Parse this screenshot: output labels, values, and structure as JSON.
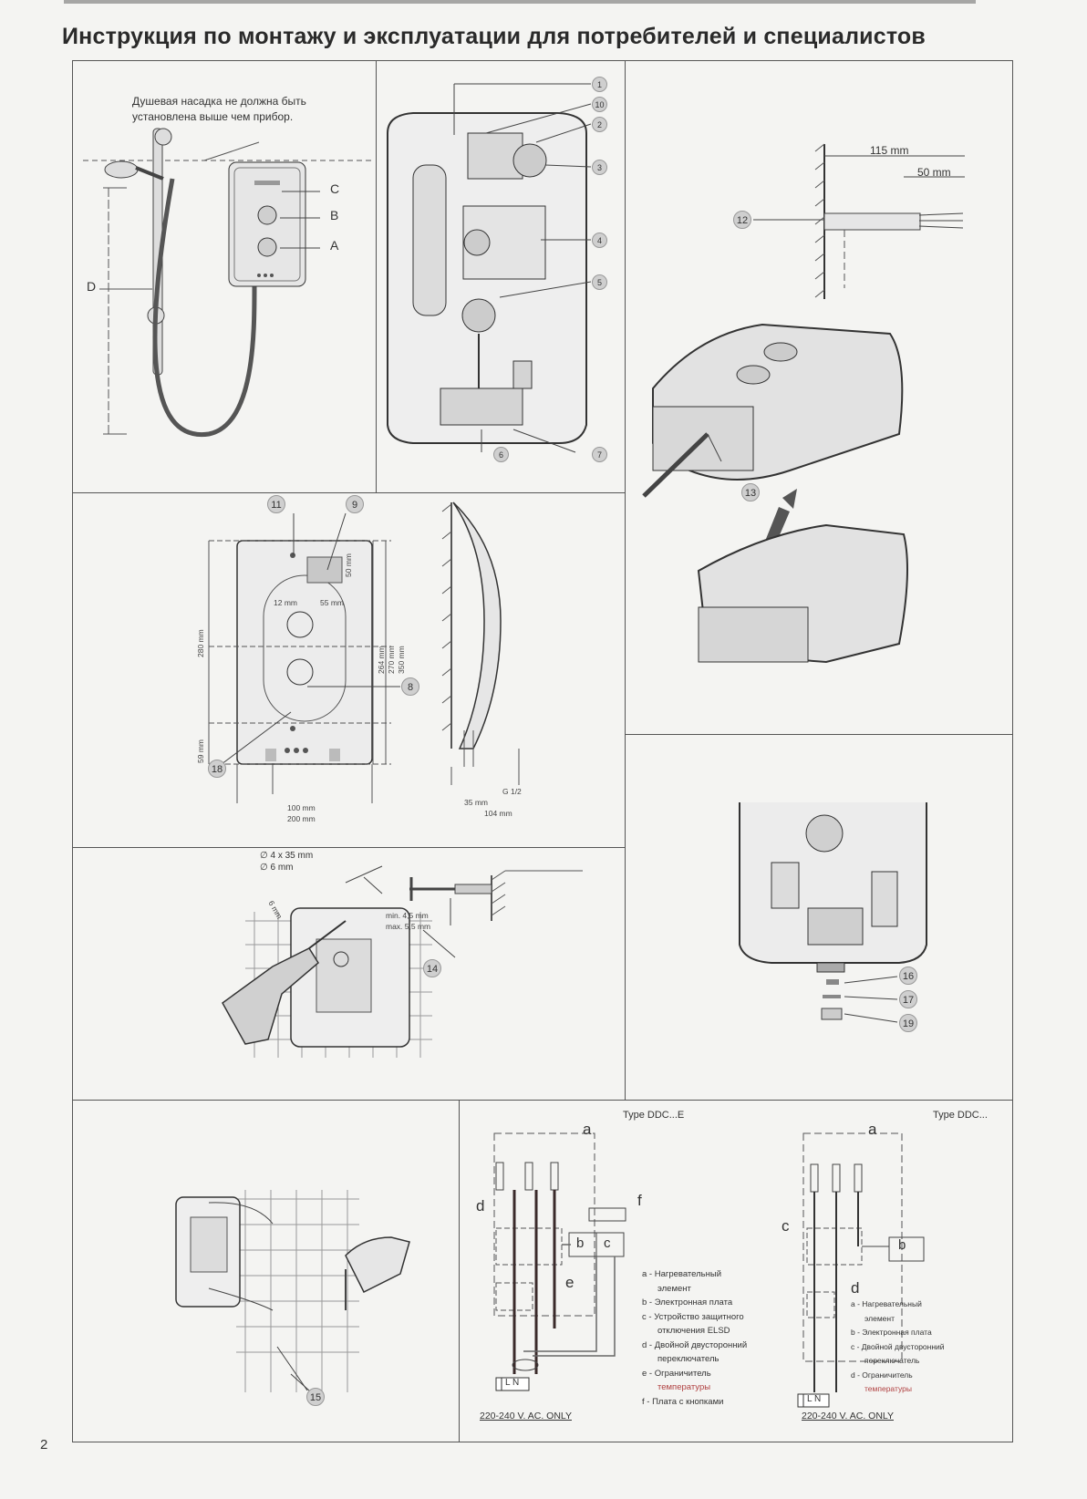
{
  "header": {
    "title": "Инструкция по монтажу и эксплуатации для потребителей и специалистов"
  },
  "panel_shower": {
    "note_line1": "Душевая насадка не должна быть",
    "note_line2": "установлена выше чем прибор.",
    "labels": [
      "C",
      "B",
      "A",
      "D"
    ]
  },
  "panel_internal": {
    "callouts": [
      "1",
      "10",
      "2",
      "3",
      "4",
      "5",
      "6",
      "7"
    ]
  },
  "panel_cable": {
    "dim_115": "115 mm",
    "dim_50": "50 mm",
    "callout": "12"
  },
  "panel_cover": {
    "callout": "13"
  },
  "panel_dimensions": {
    "callouts": [
      "11",
      "9",
      "8",
      "18"
    ],
    "dims": {
      "d12": "12 mm",
      "d55": "55 mm",
      "d50": "50 mm",
      "d280": "280 mm",
      "d264": "264 mm",
      "d270": "270 mm",
      "d350": "350 mm",
      "d59": "59 mm",
      "d100": "100 mm",
      "d200": "200 mm",
      "d35": "35 mm",
      "d104": "104 mm",
      "g12": "G 1/2"
    }
  },
  "panel_drill": {
    "screw": "4 x 35 mm",
    "bit": "6 mm",
    "min": "min. 4,5 mm",
    "max": "max. 5,5 mm",
    "callout": "14",
    "depth": "6 mm"
  },
  "panel_bottom": {
    "callouts": [
      "16",
      "17",
      "19"
    ]
  },
  "panel_mount": {
    "callout": "15"
  },
  "wiring_e": {
    "type": "Type DDC...E",
    "letters": [
      "a",
      "b",
      "c",
      "d",
      "e",
      "f"
    ],
    "legend": [
      "a - Нагревательный",
      "элемент",
      "b - Электронная плата",
      "c - Устройство защитного",
      "отключения ELSD",
      "d - Двойной двусторонний",
      "переключатель",
      "e - Ограничитель",
      "температуры",
      "f - Плата с кнопками"
    ],
    "terminal": "L N",
    "voltage": "220-240 V. AC. ONLY"
  },
  "wiring": {
    "type": "Type DDC...",
    "letters": [
      "a",
      "b",
      "c",
      "d"
    ],
    "legend": [
      "a - Нагревательный",
      "элемент",
      "b - Электронная плата",
      "c - Двойной двусторонний",
      "переключатель",
      "d - Ограничитель",
      "температуры"
    ],
    "terminal": "L N",
    "voltage": "220-240 V. AC. ONLY"
  },
  "footer": {
    "page_number": "2"
  }
}
